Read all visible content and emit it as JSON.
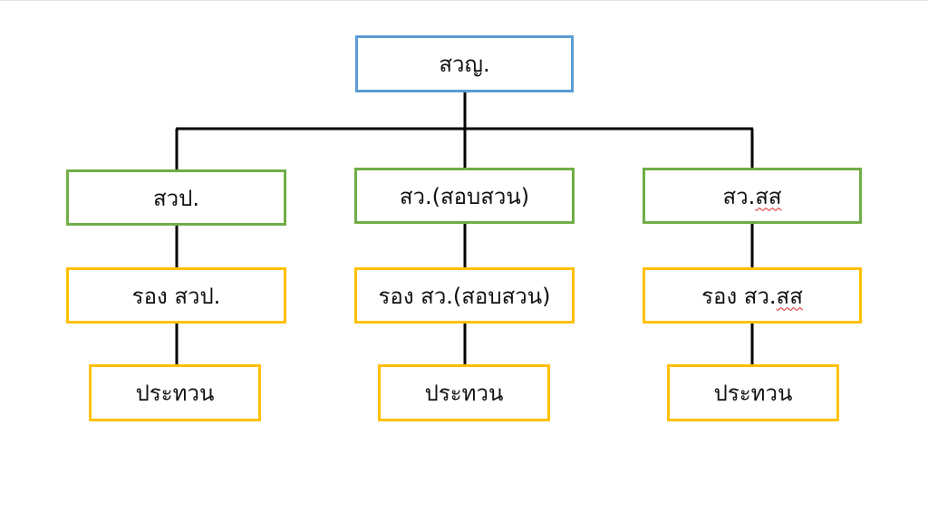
{
  "colors": {
    "root_border": "#5b9bd5",
    "division_border": "#70ad47",
    "deputy_border": "#ffc000",
    "connector": "#000000"
  },
  "root": {
    "label": "สวญ."
  },
  "branches": [
    {
      "head": {
        "label": "สวป."
      },
      "deputy": {
        "label": "รอง สวป."
      },
      "staff": {
        "label": "ประทวน"
      }
    },
    {
      "head": {
        "label": "สว.(สอบสวน)"
      },
      "deputy": {
        "label": "รอง สว.(สอบสวน)"
      },
      "staff": {
        "label": "ประทวน"
      }
    },
    {
      "head": {
        "label_prefix": "สว.",
        "label_flagged": "สส"
      },
      "deputy": {
        "label_prefix": "รอง สว.",
        "label_flagged": "สส"
      },
      "staff": {
        "label": "ประทวน"
      }
    }
  ]
}
